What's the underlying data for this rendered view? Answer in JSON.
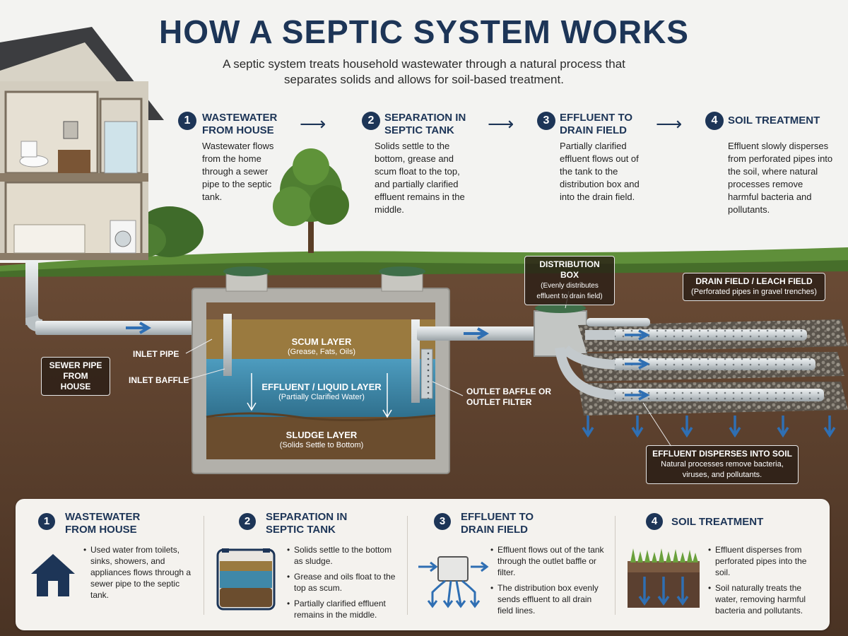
{
  "title": "HOW A SEPTIC SYSTEM WORKS",
  "subtitle": "A septic system treats household wastewater through a natural process that separates solids and allows for soil-based treatment.",
  "steps": [
    {
      "num": "1",
      "title": "WASTEWATER FROM HOUSE",
      "desc": "Wastewater flows from the home through a sewer pipe to the septic tank."
    },
    {
      "num": "2",
      "title": "SEPARATION IN SEPTIC TANK",
      "desc": "Solids settle to the bottom, grease and scum float to the top, and partially clarified effluent remains in the middle."
    },
    {
      "num": "3",
      "title": "EFFLUENT TO DRAIN FIELD",
      "desc": "Partially clarified effluent flows out of the tank to the distribution box and into the drain field."
    },
    {
      "num": "4",
      "title": "SOIL TREATMENT",
      "desc": "Effluent slowly disperses from perforated pipes into the soil, where natural processes remove harmful bacteria and pollutants."
    }
  ],
  "diagram": {
    "sewer_pipe": "SEWER PIPE FROM HOUSE",
    "inlet_pipe": "INLET PIPE",
    "inlet_baffle": "INLET BAFFLE",
    "scum": {
      "title": "SCUM LAYER",
      "sub": "(Grease, Fats, Oils)"
    },
    "effluent": {
      "title": "EFFLUENT / LIQUID LAYER",
      "sub": "(Partially Clarified Water)"
    },
    "sludge": {
      "title": "SLUDGE LAYER",
      "sub": "(Solids Settle to Bottom)"
    },
    "outlet_baffle": "OUTLET BAFFLE OR OUTLET FILTER",
    "distribution_box": {
      "title": "DISTRIBUTION BOX",
      "sub": "(Evenly distributes effluent to drain field)"
    },
    "drain_field": {
      "title": "DRAIN FIELD / LEACH FIELD",
      "sub": "(Perforated pipes in gravel trenches)"
    },
    "disperses": {
      "title": "EFFLUENT DISPERSES INTO SOIL",
      "sub": "Natural processes remove bacteria, viruses, and pollutants."
    }
  },
  "bottom": [
    {
      "num": "1",
      "title": "WASTEWATER FROM HOUSE",
      "icon": "house-icon",
      "bullets": [
        "Used water from toilets, sinks, showers, and appliances flows through a sewer pipe to the septic tank."
      ]
    },
    {
      "num": "2",
      "title": "SEPARATION IN SEPTIC TANK",
      "icon": "tank-layers-icon",
      "bullets": [
        "Solids settle to the bottom as sludge.",
        "Grease and oils float to the top as scum.",
        "Partially clarified effluent remains in the middle."
      ]
    },
    {
      "num": "3",
      "title": "EFFLUENT TO DRAIN FIELD",
      "icon": "distribution-box-icon",
      "bullets": [
        "Effluent flows out of the tank through the outlet baffle or filter.",
        "The distribution box evenly sends effluent to all drain field lines."
      ]
    },
    {
      "num": "4",
      "title": "SOIL TREATMENT",
      "icon": "soil-grass-icon",
      "bullets": [
        "Effluent disperses from perforated pipes into the soil.",
        "Soil naturally treats the water, removing harmful bacteria and pollutants."
      ]
    }
  ],
  "colors": {
    "navy": "#1d3557",
    "soil": "#5b4030",
    "water": "#3f88a8",
    "scum": "#9a7a3f",
    "sludge": "#6b4d2e",
    "grass": "#5f8f3a",
    "pipe": "#cfd4d6"
  }
}
